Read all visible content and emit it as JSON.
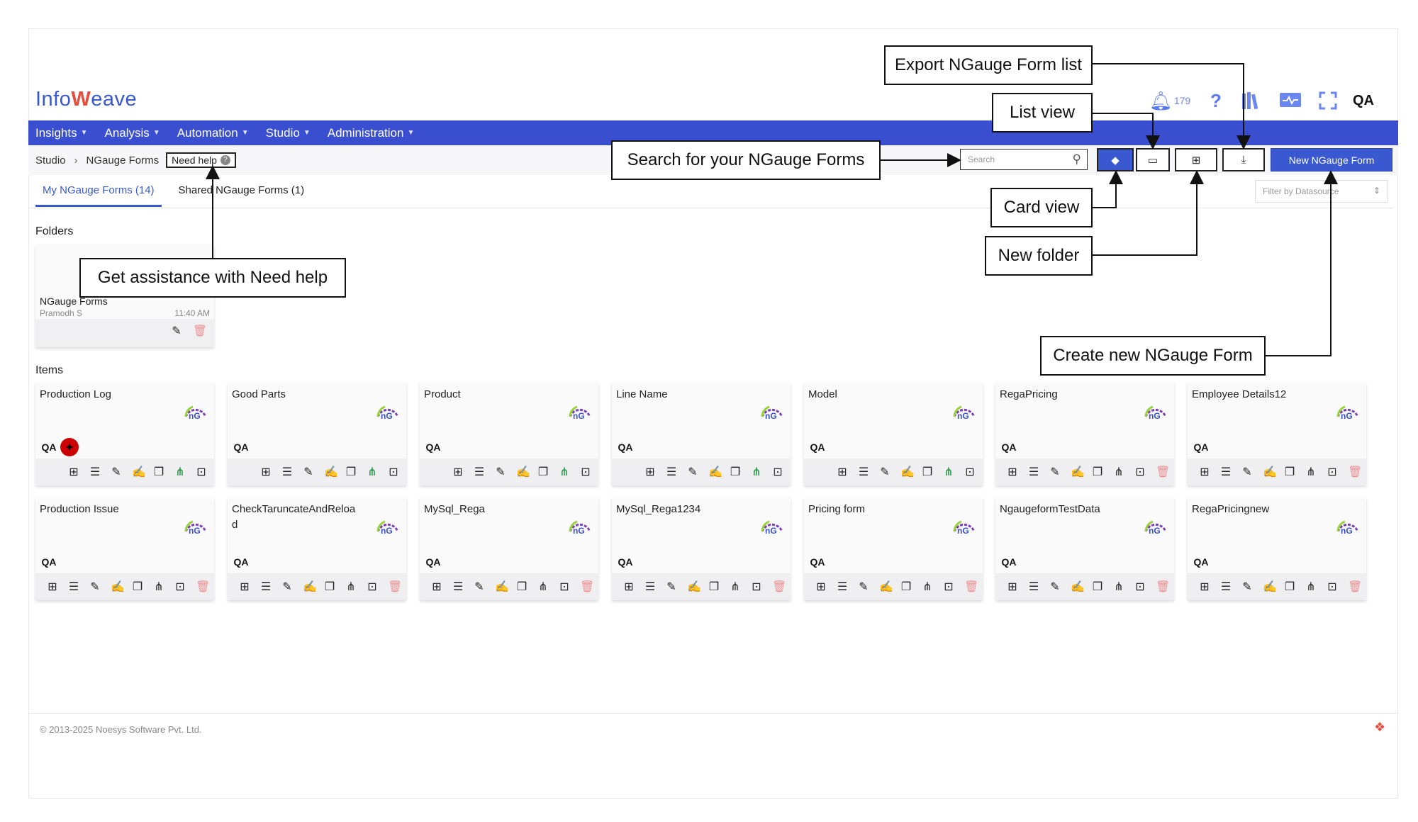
{
  "brand": {
    "name_part1": "Info",
    "name_mark": "W",
    "name_part2": "eave"
  },
  "top_icons": {
    "bell_count": "179"
  },
  "nav": [
    "Insights",
    "Analysis",
    "Automation",
    "Studio",
    "Administration"
  ],
  "breadcrumb": {
    "root": "Studio",
    "current": "NGauge Forms",
    "help": "Need help"
  },
  "search": {
    "placeholder": "Search"
  },
  "toolbar": {
    "new_button": "New NGauge Form"
  },
  "tabs": [
    "My NGauge Forms (14)",
    "Shared NGauge Forms (1)"
  ],
  "filter": {
    "placeholder": "Filter by Datasource"
  },
  "sections": {
    "folders": "Folders",
    "items": "Items"
  },
  "folder": {
    "name": "NGauge Forms",
    "owner": "Pramodh S",
    "time": "11:40 AM"
  },
  "items": [
    {
      "title": "Production Log"
    },
    {
      "title": "Good Parts"
    },
    {
      "title": "Product"
    },
    {
      "title": "Line Name"
    },
    {
      "title": "Model"
    },
    {
      "title": "RegaPricing"
    },
    {
      "title": "Employee Details12"
    },
    {
      "title": "Production Issue"
    },
    {
      "title": "CheckTaruncateAndReload"
    },
    {
      "title": "MySql_Rega"
    },
    {
      "title": "MySql_Rega1234"
    },
    {
      "title": "Pricing form"
    },
    {
      "title": "NgaugeformTestData"
    },
    {
      "title": "RegaPricingnew"
    }
  ],
  "owner_initials": "QA",
  "callouts": {
    "export": "Export NGauge Form list",
    "list_view": "List view",
    "search": "Search for your NGauge Forms",
    "card_view": "Card view",
    "new_folder": "New folder",
    "need_help": "Get assistance with Need help",
    "create_new": "Create new NGauge Form"
  },
  "footer": {
    "copyright": "© 2013-2025 Noesys Software Pvt. Ltd."
  },
  "colors": {
    "accent": "#3a59d1",
    "nav": "#3a4fcf",
    "delete": "#f09090",
    "share": "#0a8a2a"
  }
}
